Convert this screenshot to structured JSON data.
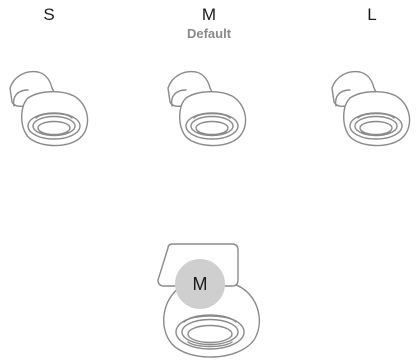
{
  "sizes": [
    {
      "label": "S"
    },
    {
      "label": "M",
      "sublabel": "Default"
    },
    {
      "label": "L"
    }
  ],
  "selected": {
    "label": "M"
  }
}
